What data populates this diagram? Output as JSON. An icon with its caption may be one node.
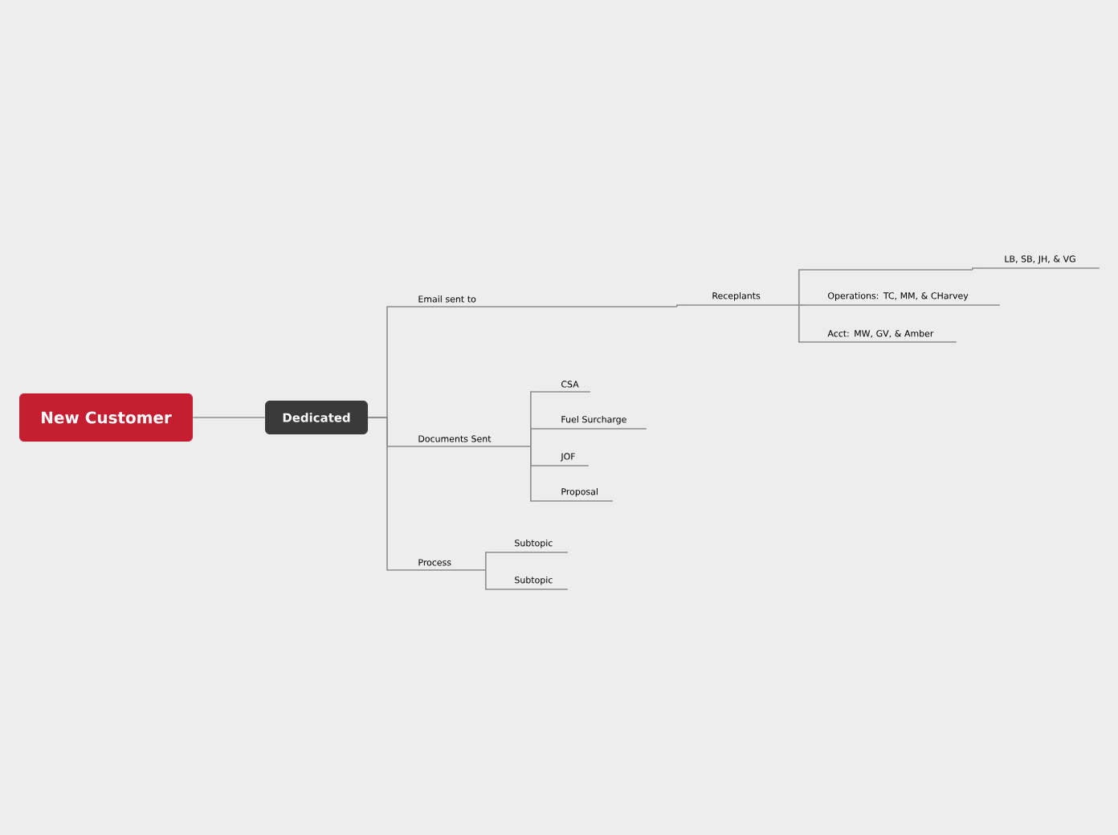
{
  "diagram": {
    "nodes": [
      {
        "text": [
          "New Customer"
        ]
      },
      {
        "text": [
          "Dedicated"
        ]
      },
      {
        "text": [
          "Email sent to"
        ]
      },
      {
        "text": [
          "Receplants"
        ]
      },
      {
        "text": [],
        "shape": "line"
      },
      {
        "text": [
          "LB, SB, JH, & VG"
        ]
      },
      {
        "text": [
          "Operations: TC, MM, & CHarvey"
        ]
      },
      {
        "text": [
          "Acct: MW, GV, & Amber"
        ]
      },
      {
        "text": [
          "Documents Sent"
        ]
      },
      {
        "text": [
          "CSA"
        ]
      },
      {
        "text": [
          "Fuel Surcharge"
        ]
      },
      {
        "text": [
          "JOF"
        ]
      },
      {
        "text": [
          "Proposal"
        ]
      },
      {
        "text": [
          "Process"
        ]
      },
      {
        "text": [
          "Subtopic"
        ]
      },
      {
        "text": [
          "Subtopic"
        ]
      }
    ],
    "edges": [
      {
        "from": 0,
        "to": 1,
        "arrow": "none"
      },
      {
        "from": 1,
        "to": 2,
        "arrow": "none"
      },
      {
        "from": 1,
        "to": 8,
        "arrow": "none"
      },
      {
        "from": 1,
        "to": 13,
        "arrow": "none"
      },
      {
        "from": 2,
        "to": 3,
        "arrow": "none"
      },
      {
        "from": 3,
        "to": 4,
        "arrow": "none"
      },
      {
        "from": 3,
        "to": 6,
        "arrow": "none"
      },
      {
        "from": 3,
        "to": 7,
        "arrow": "none"
      },
      {
        "from": 4,
        "to": 5,
        "arrow": "none"
      },
      {
        "from": 8,
        "to": 9,
        "arrow": "none"
      },
      {
        "from": 8,
        "to": 10,
        "arrow": "none"
      },
      {
        "from": 8,
        "to": 11,
        "arrow": "none"
      },
      {
        "from": 8,
        "to": 12,
        "arrow": "none"
      },
      {
        "from": 13,
        "to": 14,
        "arrow": "none"
      },
      {
        "from": 13,
        "to": 15,
        "arrow": "none"
      }
    ]
  }
}
